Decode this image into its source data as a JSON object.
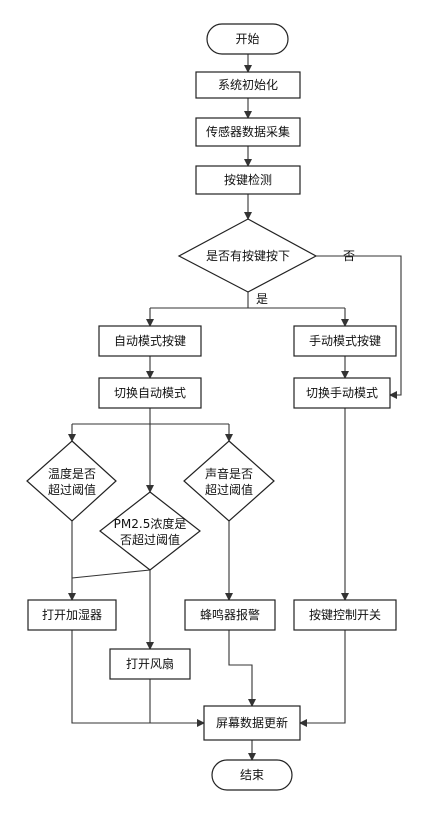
{
  "nodes": {
    "start": "开始",
    "init": "系统初始化",
    "sensor": "传感器数据采集",
    "keydetect": "按键检测",
    "haskey": "是否有按键按下",
    "autokey": "自动模式按键",
    "manualkey": "手动模式按键",
    "toauto": "切换自动模式",
    "tomanual": "切换手动模式",
    "temp": [
      "温度是否",
      "超过阈值"
    ],
    "pm": [
      "PM2.5浓度是",
      "否超过阈值"
    ],
    "sound": [
      "声音是否",
      "超过阈值"
    ],
    "humidifier": "打开加湿器",
    "fan": "打开风扇",
    "buzzer": "蜂鸣器报警",
    "switch": "按键控制开关",
    "update": "屏幕数据更新",
    "end": "结束"
  },
  "edges": {
    "yes": "是",
    "no": "否"
  }
}
